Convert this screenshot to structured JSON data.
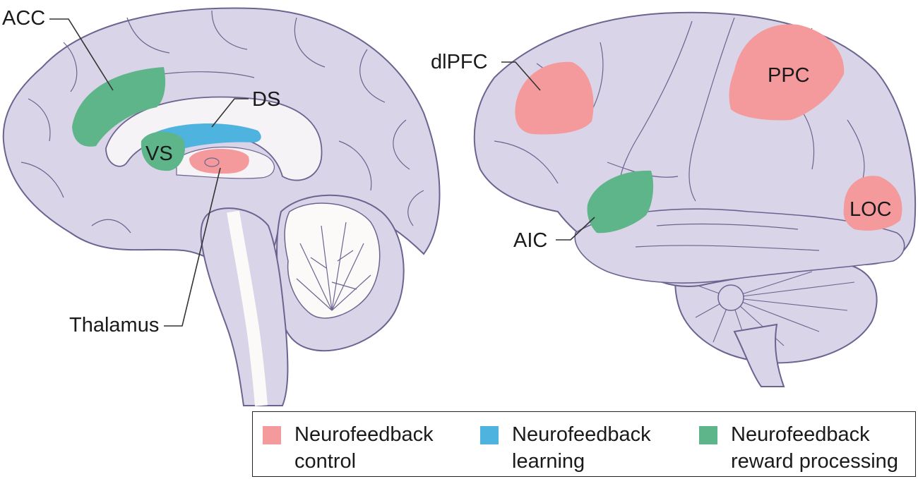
{
  "colors": {
    "control": "#f49a9c",
    "learning": "#4fb3e0",
    "reward": "#5fb58a",
    "brain_fill": "#d9d4e8",
    "brain_stroke": "#6c6490",
    "inner_light": "#f6f3f7"
  },
  "labels": {
    "acc": "ACC",
    "ds": "DS",
    "vs": "VS",
    "thalamus": "Thalamus",
    "dlpfc": "dlPFC",
    "ppc": "PPC",
    "aic": "AIC",
    "loc": "LOC"
  },
  "legend": {
    "items": [
      {
        "line1": "Neurofeedback",
        "line2": "control",
        "color": "#f49a9c"
      },
      {
        "line1": "Neurofeedback",
        "line2": "learning",
        "color": "#4fb3e0"
      },
      {
        "line1": "Neurofeedback",
        "line2": "reward processing",
        "color": "#5fb58a"
      }
    ]
  }
}
